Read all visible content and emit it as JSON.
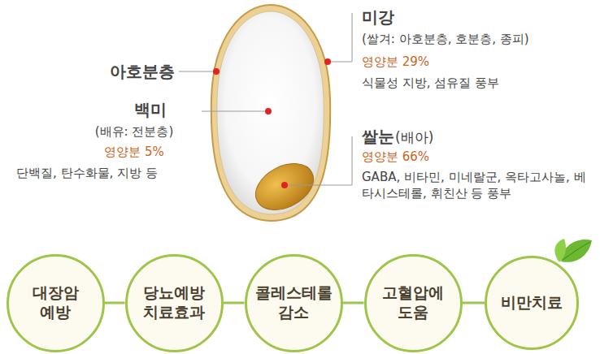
{
  "diagram": {
    "nodes": [
      {
        "text": [
          "대장암 예방"
        ]
      },
      {
        "text": [
          "당뇨예방 치료효과"
        ]
      },
      {
        "text": [
          "콜레스테롤 감소"
        ]
      },
      {
        "text": [
          "고혈압에 도움"
        ]
      },
      {
        "text": [
          "비만치료"
        ]
      }
    ],
    "edges": [
      {
        "from": 0,
        "to": 1,
        "arrow": "none"
      },
      {
        "from": 1,
        "to": 2,
        "arrow": "none"
      },
      {
        "from": 2,
        "to": 3,
        "arrow": "none"
      },
      {
        "from": 3,
        "to": 4,
        "arrow": "none"
      }
    ],
    "labels": [
      "아호분층",
      "백미",
      "(배유: 전분층)",
      "영양분 5%",
      "단백질, 탄수화물, 지방 등",
      "미강",
      "(쌀겨: 아호분층, 호분층, 종피)",
      "영양분 29%",
      "식물성 지방, 섬유질 풍부",
      "쌀눈",
      "(배아)",
      "영양분 66%",
      "GABA, 비타민, 미네랄군, 옥타고사놀, 베타시스테롤, 휘친산 등 풍부"
    ]
  }
}
